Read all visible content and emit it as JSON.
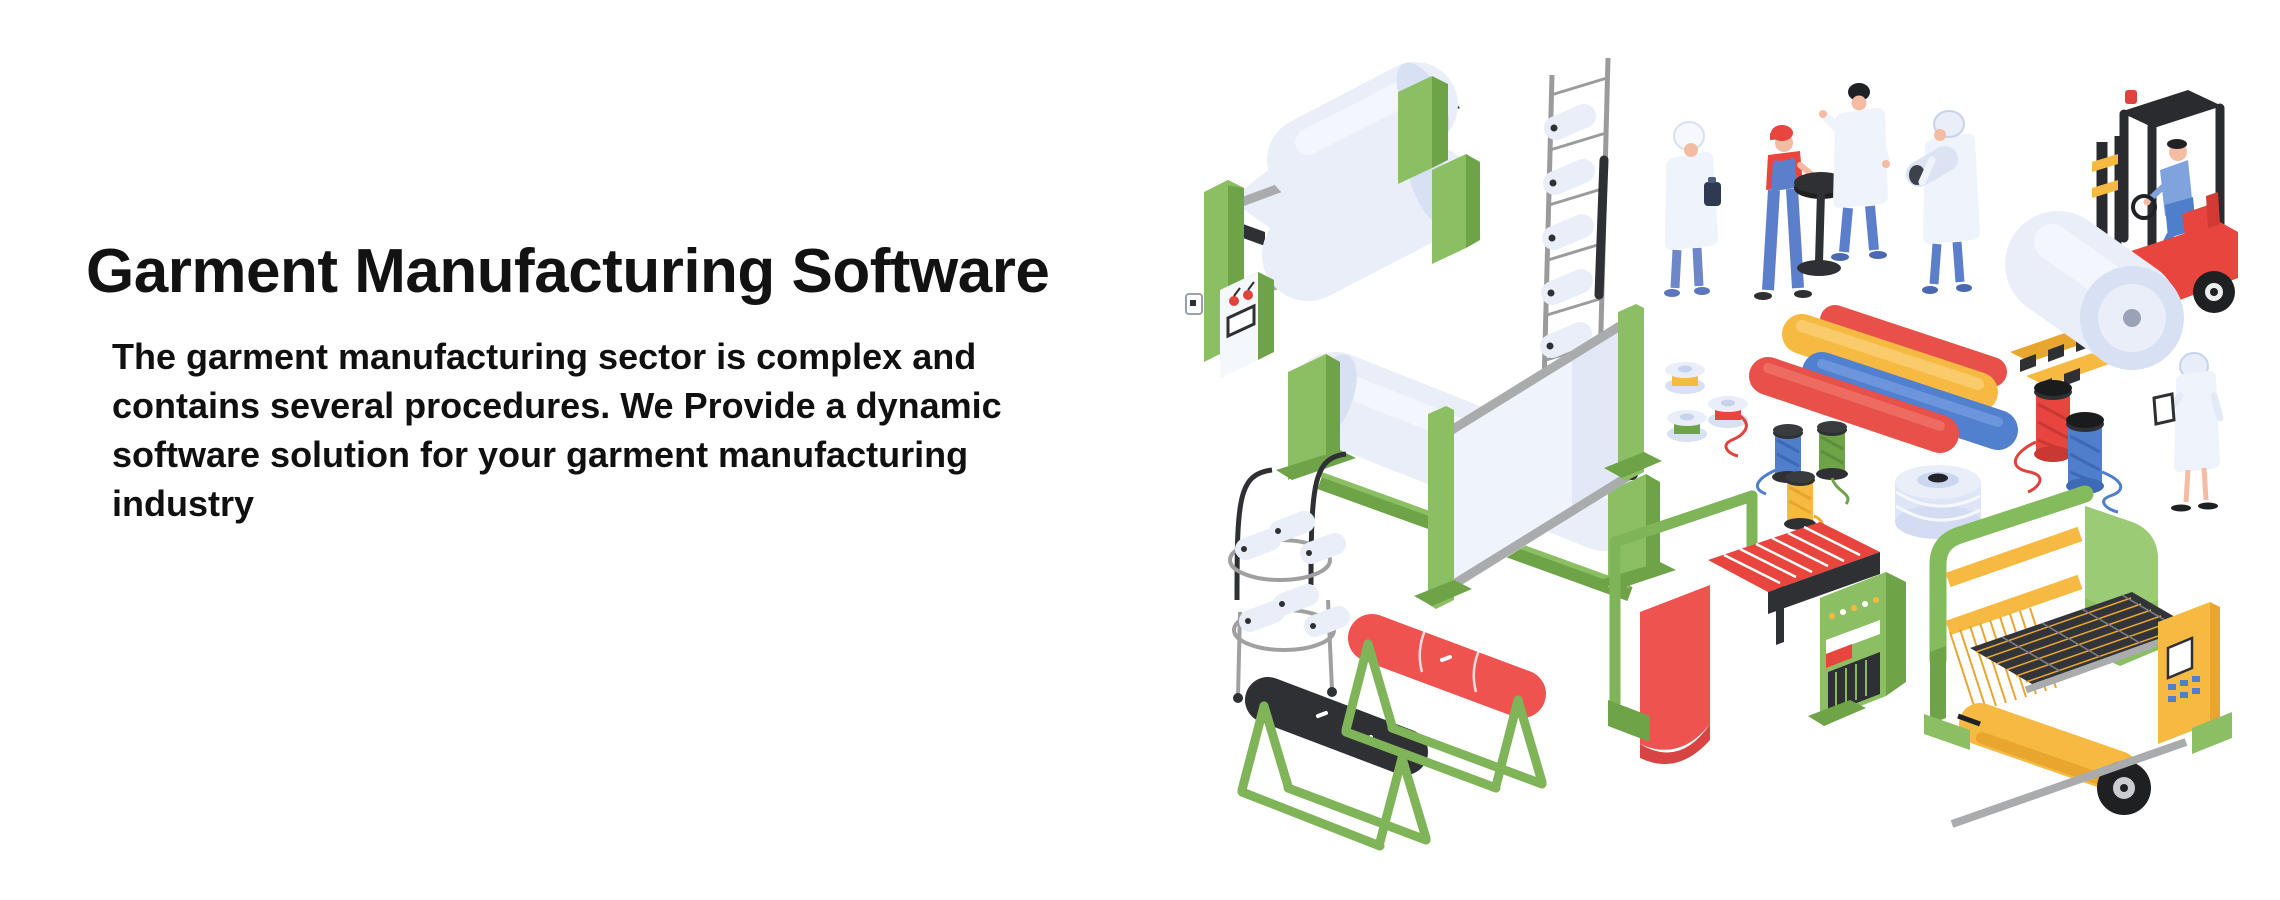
{
  "page": {
    "background_color": "#ffffff"
  },
  "hero": {
    "title": "Garment Manufacturing Software",
    "description": "The garment manufacturing sector is complex and contains several procedures. We Provide a dynamic software solution for your garment manufacturing industry",
    "description_lines": [
      "The garment manufacturing sector is complex and",
      "contains several procedures. We Provide a dynamic",
      "software solution for your garment manufacturing",
      "industry"
    ],
    "text_color": "#101010"
  },
  "illustration": {
    "alt": "Isometric illustration of garment manufacturing: fabric winding machines, roll racks, thread spools, weaving looms, a forklift carrying a fabric roll, and factory workers",
    "palette": {
      "machine_green": "#8CBF63",
      "machine_green_dark": "#6FA348",
      "fabric_white": "#E9EEF9",
      "fabric_shade": "#D8E0F3",
      "accent_red": "#EF5350",
      "accent_yellow": "#F6BA42",
      "accent_blue": "#4F7ECB",
      "frame_black": "#2F3033",
      "roller_gray": "#A9ABAD",
      "skin": "#F4BCA3"
    },
    "elements": [
      "fabric-winding-machine",
      "fabric-roll-bench",
      "spool-ladder-rack",
      "worker-holding-jug",
      "worker-red-cap",
      "pedestal-table",
      "manager-pointing",
      "worker-holding-roll",
      "forklift",
      "fabric-roll-on-pallet",
      "folded-fabric-stack",
      "small-thread-spools",
      "black-flange-spools",
      "large-yarn-spool",
      "large-red-thread-spool",
      "large-blue-thread-spool",
      "inspector-with-tablet",
      "roll-trolley-rack",
      "black-roll-winder",
      "red-roll-winder",
      "fabric-inspection-frame",
      "weaving-machine-red",
      "weaving-machine-yellow"
    ]
  }
}
